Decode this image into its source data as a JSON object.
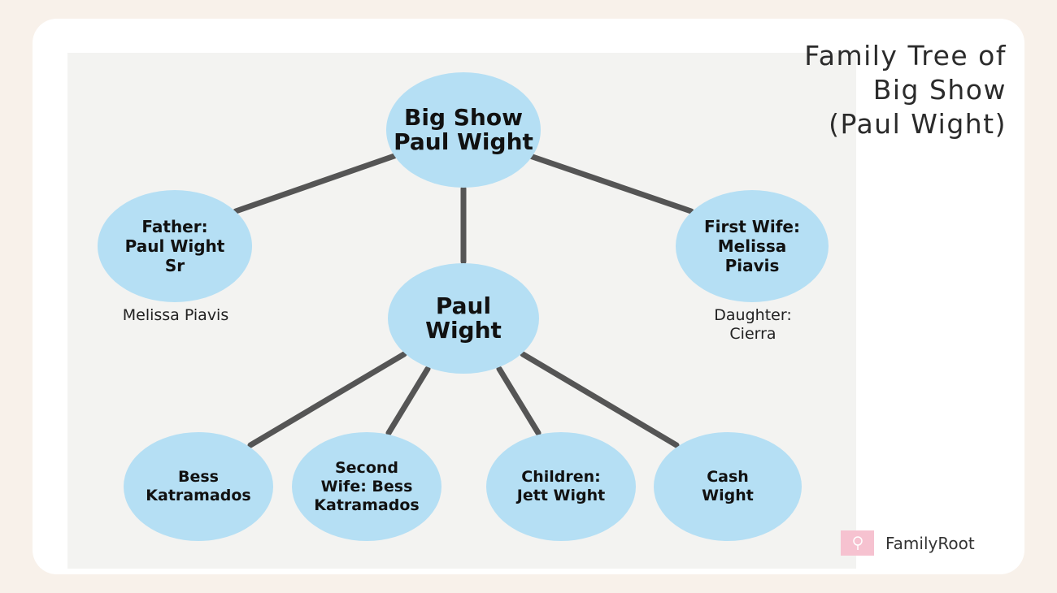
{
  "title": {
    "line1": "Family Tree of",
    "line2": "Big Show",
    "line3": "(Paul Wight)"
  },
  "nodes": {
    "root": "Big Show\nPaul Wight",
    "father": "Father:\nPaul Wight\nSr",
    "first_wife": "First Wife:\nMelissa\nPiavis",
    "center": "Paul\nWight",
    "bess": "Bess\nKatramados",
    "second_wife": "Second\nWife: Bess\nKatramados",
    "children": "Children:\nJett Wight",
    "cash": "Cash\nWight"
  },
  "captions": {
    "father": "Melissa Piavis",
    "first_wife": "Daughter:\nCierra"
  },
  "brand": {
    "name": "FamilyRoot",
    "logo_icon": "tree-icon"
  },
  "colors": {
    "node_fill": "#b5dff4",
    "edge": "#555555",
    "background": "#f8f1ea"
  }
}
